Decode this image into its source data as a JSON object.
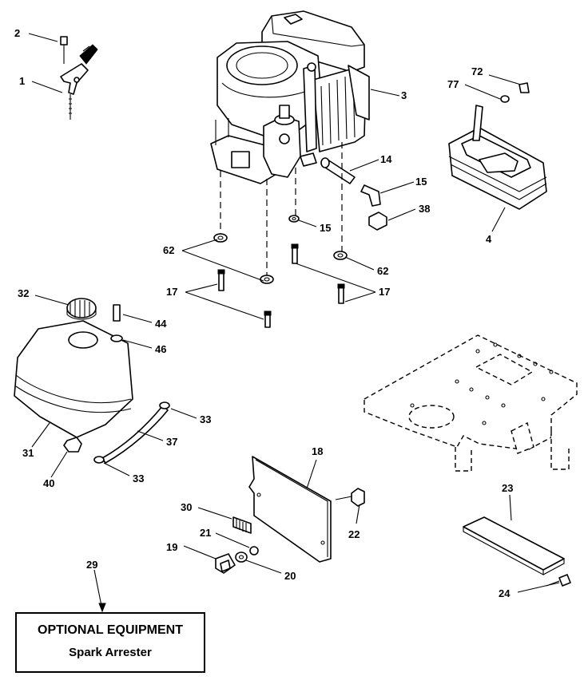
{
  "callouts": [
    {
      "id": "label-2",
      "text": "2"
    },
    {
      "id": "label-1",
      "text": "1"
    },
    {
      "id": "label-3",
      "text": "3"
    },
    {
      "id": "label-72",
      "text": "72"
    },
    {
      "id": "label-77",
      "text": "77"
    },
    {
      "id": "label-14",
      "text": "14"
    },
    {
      "id": "label-15a",
      "text": "15"
    },
    {
      "id": "label-38",
      "text": "38"
    },
    {
      "id": "label-4",
      "text": "4"
    },
    {
      "id": "label-15b",
      "text": "15"
    },
    {
      "id": "label-62a",
      "text": "62"
    },
    {
      "id": "label-62b",
      "text": "62"
    },
    {
      "id": "label-17a",
      "text": "17"
    },
    {
      "id": "label-17b",
      "text": "17"
    },
    {
      "id": "label-32",
      "text": "32"
    },
    {
      "id": "label-44",
      "text": "44"
    },
    {
      "id": "label-46",
      "text": "46"
    },
    {
      "id": "label-33a",
      "text": "33"
    },
    {
      "id": "label-31",
      "text": "31"
    },
    {
      "id": "label-37",
      "text": "37"
    },
    {
      "id": "label-40",
      "text": "40"
    },
    {
      "id": "label-33b",
      "text": "33"
    },
    {
      "id": "label-18",
      "text": "18"
    },
    {
      "id": "label-30",
      "text": "30"
    },
    {
      "id": "label-21",
      "text": "21"
    },
    {
      "id": "label-22",
      "text": "22"
    },
    {
      "id": "label-19",
      "text": "19"
    },
    {
      "id": "label-20",
      "text": "20"
    },
    {
      "id": "label-23",
      "text": "23"
    },
    {
      "id": "label-29",
      "text": "29"
    },
    {
      "id": "label-24",
      "text": "24"
    }
  ],
  "optional_equipment": {
    "title": "OPTIONAL EQUIPMENT",
    "item": "Spark Arrester"
  }
}
